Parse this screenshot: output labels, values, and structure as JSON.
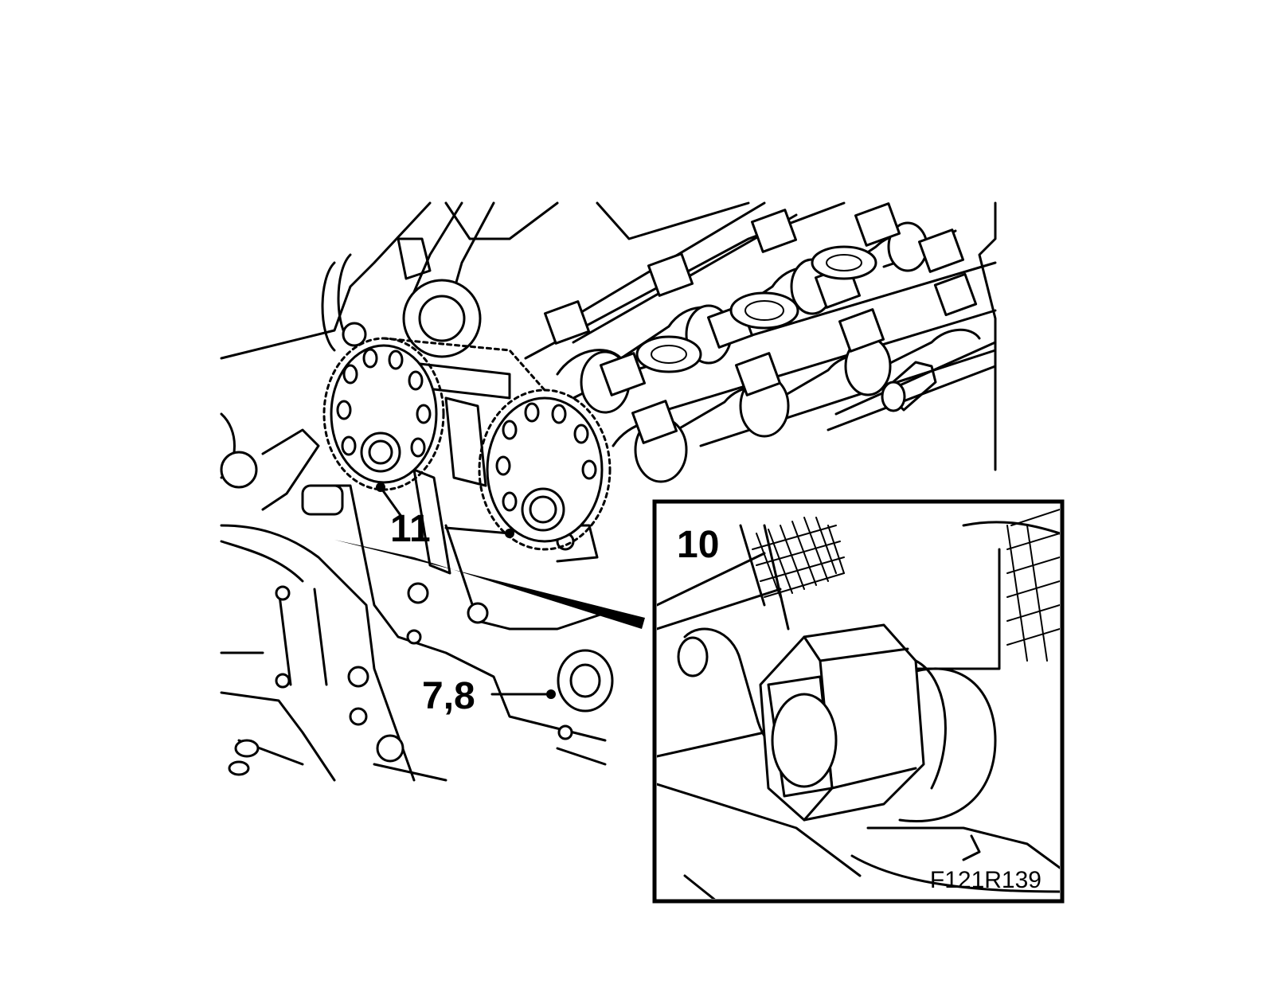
{
  "callouts": {
    "chain_tensioner": "11",
    "plug": "7,8",
    "detail": "10"
  },
  "figure_id": "F121R139",
  "colors": {
    "line": "#000000",
    "background": "#ffffff"
  }
}
